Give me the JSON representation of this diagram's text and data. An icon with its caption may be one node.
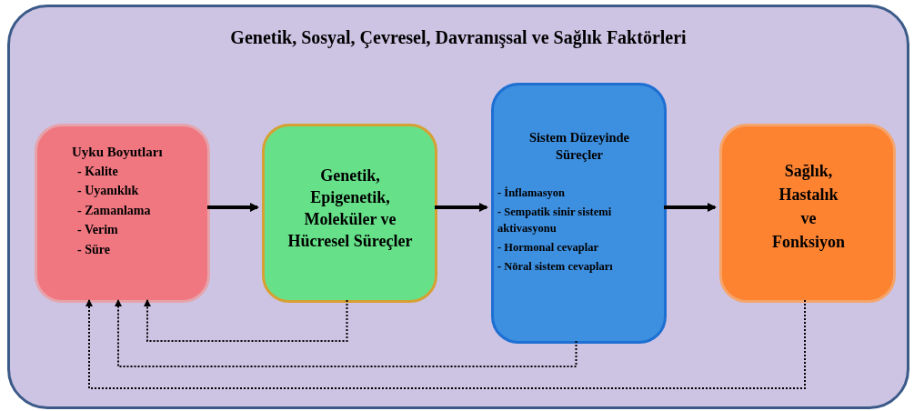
{
  "diagram": {
    "nodes": [
      {
        "text": [
          "Genetik, Sosyal, Çevresel, Davranışsal ve Sağlık Faktörleri"
        ]
      },
      {
        "text": [
          "Uyku Boyutları",
          "- Kalite",
          "- Uyanıklık",
          "- Zamanlama",
          "- Verim",
          "- Süre"
        ],
        "in": 0
      },
      {
        "text": [
          "Genetik, Epigenetik, Moleküler ve Hücresel Süreçler"
        ],
        "in": 0
      },
      {
        "text": [
          "Sistem Düzeyinde Süreçler",
          "- İnflamasyon",
          "- Sempatik sinir sistemi aktivasyonu",
          "- Hormonal cevaplar",
          "- Nöral sistem cevapları"
        ],
        "in": 0
      },
      {
        "text": [
          "Sağlık, Hastalık ve Fonksiyon"
        ],
        "in": 0
      }
    ],
    "edges": [
      {
        "from": 1,
        "to": 2,
        "arrow": "to",
        "style": "thick"
      },
      {
        "from": 2,
        "to": 3,
        "arrow": "to",
        "style": "thick"
      },
      {
        "from": 3,
        "to": 4,
        "arrow": "to",
        "style": "thick"
      },
      {
        "from": 2,
        "to": 1,
        "arrow": "to",
        "style": "dashed"
      },
      {
        "from": 3,
        "to": 1,
        "arrow": "to",
        "style": "dashed"
      },
      {
        "from": 4,
        "to": 1,
        "arrow": "to",
        "style": "dashed"
      }
    ]
  }
}
